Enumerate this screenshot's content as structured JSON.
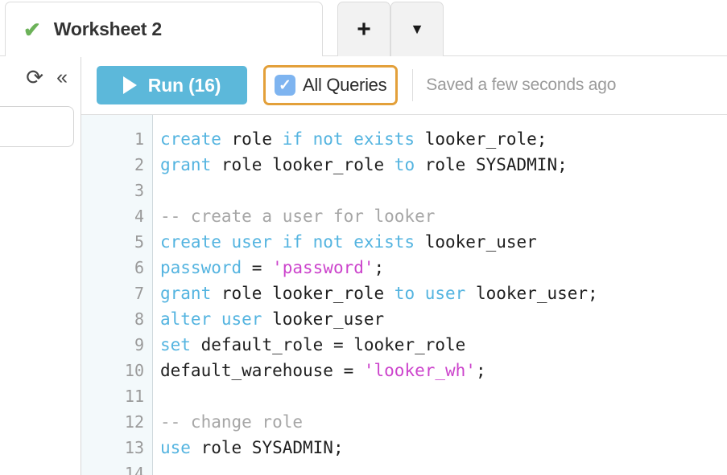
{
  "tabs": {
    "worksheet": {
      "label": "Worksheet 2",
      "status_icon": "check-icon",
      "status_glyph": "✔"
    },
    "add": {
      "glyph": "+",
      "name": "new-worksheet-button"
    },
    "menu": {
      "glyph": "▼",
      "name": "worksheet-menu-button"
    }
  },
  "left_rail": {
    "refresh_icon": "refresh-icon",
    "refresh_glyph": "⟳",
    "collapse_icon": "collapse-left-icon",
    "collapse_glyph": "«",
    "search_value": "",
    "search_placeholder": ""
  },
  "toolbar": {
    "run_label": "Run (16)",
    "run_icon": "play-icon",
    "run_color": "#5cb8da",
    "all_queries_label": "All Queries",
    "all_queries_checked": true,
    "all_queries_checkbox_color": "#7eb4f0",
    "highlight_color": "#e3a03a",
    "saved_text": "Saved a few seconds ago"
  },
  "editor": {
    "line_numbers": [
      "1",
      "2",
      "3",
      "4",
      "5",
      "6",
      "7",
      "8",
      "9",
      "10",
      "11",
      "12",
      "13",
      "14"
    ],
    "lines": [
      {
        "n": 1,
        "tokens": [
          {
            "t": "create",
            "c": "kw"
          },
          {
            "t": " role ",
            "c": "pl"
          },
          {
            "t": "if not exists",
            "c": "kw"
          },
          {
            "t": " looker_role;",
            "c": "pl"
          }
        ]
      },
      {
        "n": 2,
        "tokens": [
          {
            "t": "grant",
            "c": "kw"
          },
          {
            "t": " role looker_role ",
            "c": "pl"
          },
          {
            "t": "to",
            "c": "kw"
          },
          {
            "t": " role SYSADMIN;",
            "c": "pl"
          }
        ]
      },
      {
        "n": 3,
        "tokens": []
      },
      {
        "n": 4,
        "tokens": [
          {
            "t": "-- create a user for looker",
            "c": "cmt"
          }
        ]
      },
      {
        "n": 5,
        "tokens": [
          {
            "t": "create user if not exists",
            "c": "kw"
          },
          {
            "t": " looker_user",
            "c": "pl"
          }
        ]
      },
      {
        "n": 6,
        "tokens": [
          {
            "t": "password",
            "c": "kw"
          },
          {
            "t": " = ",
            "c": "pl"
          },
          {
            "t": "'password'",
            "c": "str"
          },
          {
            "t": ";",
            "c": "pl"
          }
        ]
      },
      {
        "n": 7,
        "tokens": [
          {
            "t": "grant",
            "c": "kw"
          },
          {
            "t": " role looker_role ",
            "c": "pl"
          },
          {
            "t": "to user",
            "c": "kw"
          },
          {
            "t": " looker_user;",
            "c": "pl"
          }
        ]
      },
      {
        "n": 8,
        "tokens": [
          {
            "t": "alter user",
            "c": "kw"
          },
          {
            "t": " looker_user",
            "c": "pl"
          }
        ]
      },
      {
        "n": 9,
        "tokens": [
          {
            "t": "set",
            "c": "kw"
          },
          {
            "t": " default_role = looker_role",
            "c": "pl"
          }
        ]
      },
      {
        "n": 10,
        "tokens": [
          {
            "t": "default_warehouse = ",
            "c": "pl"
          },
          {
            "t": "'looker_wh'",
            "c": "str"
          },
          {
            "t": ";",
            "c": "pl"
          }
        ]
      },
      {
        "n": 11,
        "tokens": []
      },
      {
        "n": 12,
        "tokens": [
          {
            "t": "-- change role",
            "c": "cmt"
          }
        ]
      },
      {
        "n": 13,
        "tokens": [
          {
            "t": "use",
            "c": "kw"
          },
          {
            "t": " role SYSADMIN;",
            "c": "pl"
          }
        ]
      },
      {
        "n": 14,
        "tokens": []
      }
    ],
    "syntax_colors": {
      "keyword": "#54b4e0",
      "string": "#cc44cc",
      "comment": "#a6a6a6",
      "plain": "#1f1f1f",
      "gutter_bg": "#f3f9fb",
      "gutter_fg": "#9a9a9a"
    }
  }
}
